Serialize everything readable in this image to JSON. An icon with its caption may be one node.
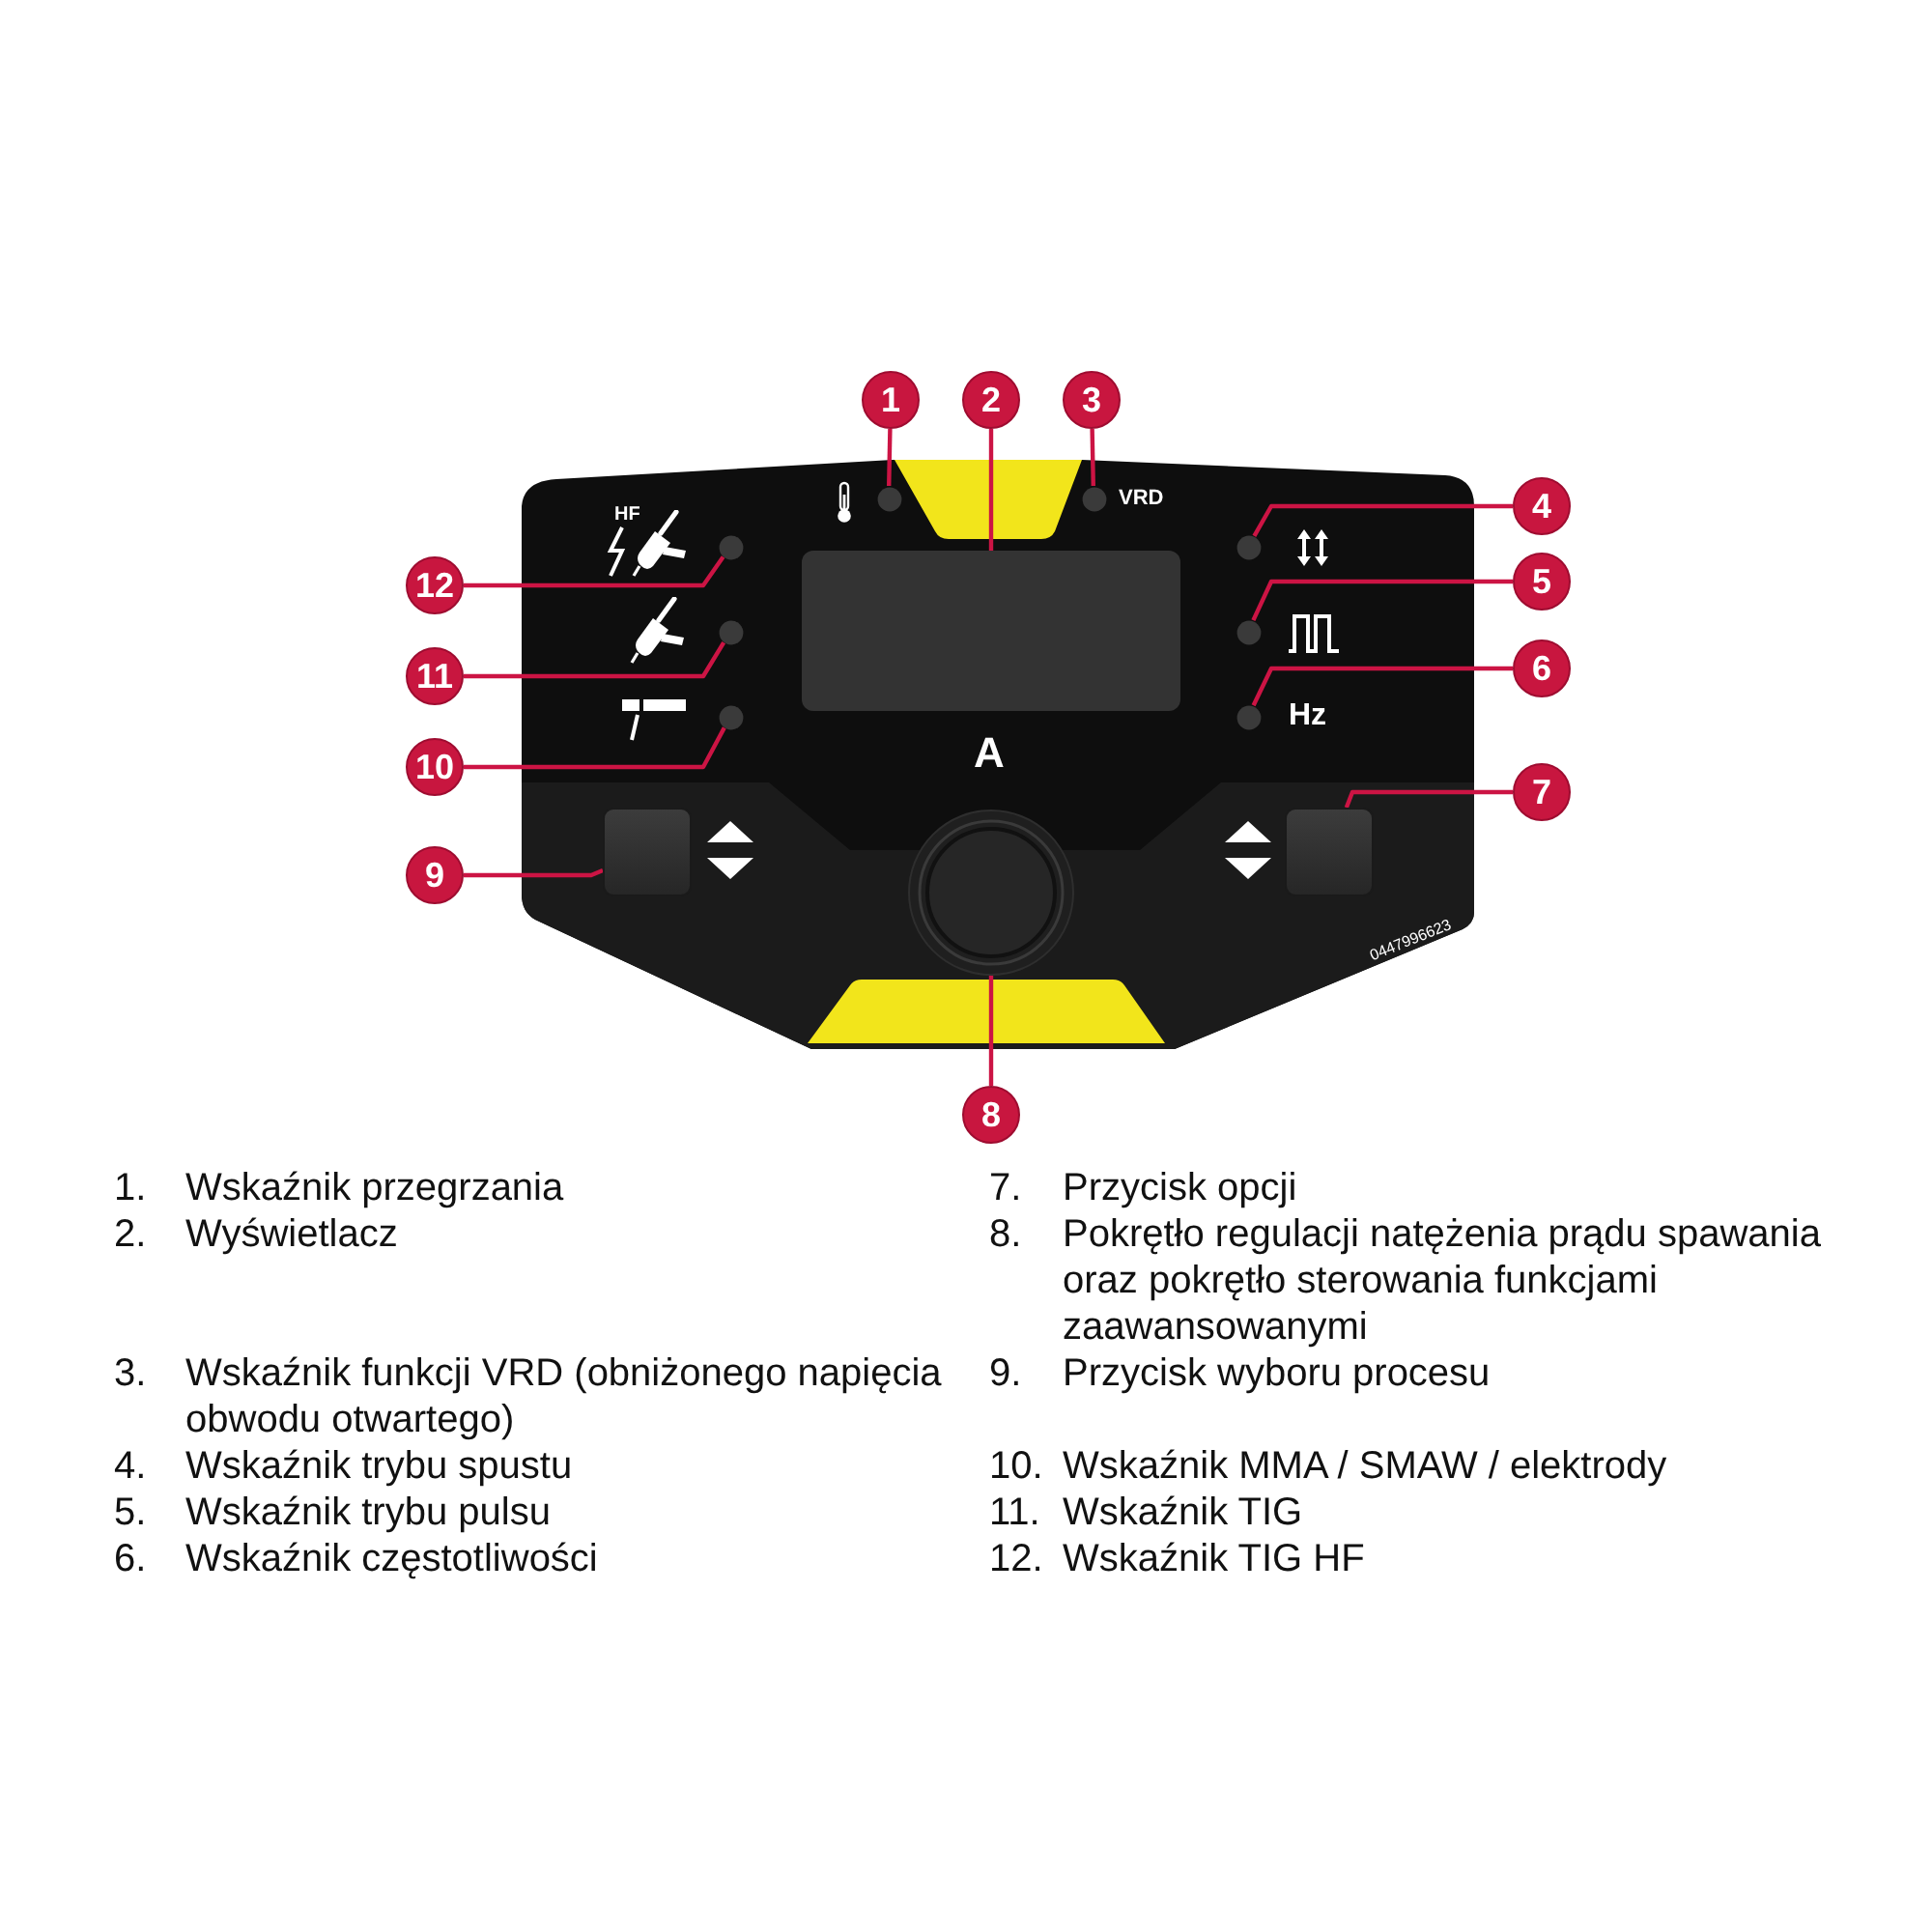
{
  "diagram": {
    "nodes": [
      {
        "text": [
          "1"
        ]
      },
      {
        "text": [
          "2"
        ]
      },
      {
        "text": [
          "3"
        ]
      },
      {
        "text": [
          "4"
        ]
      },
      {
        "text": [
          "5"
        ]
      },
      {
        "text": [
          "6"
        ]
      },
      {
        "text": [
          "7"
        ]
      },
      {
        "text": [
          "8"
        ]
      },
      {
        "text": [
          "9"
        ]
      },
      {
        "text": [
          "10"
        ]
      },
      {
        "text": [
          "11"
        ]
      },
      {
        "text": [
          "12"
        ]
      },
      {
        "text": [],
        "shape": "circle"
      },
      {
        "text": [],
        "shape": "box"
      },
      {
        "text": [],
        "shape": "circle"
      },
      {
        "text": [],
        "shape": "circle"
      },
      {
        "text": [],
        "shape": "circle"
      },
      {
        "text": [],
        "shape": "circle"
      },
      {
        "text": [],
        "shape": "box"
      },
      {
        "text": [],
        "shape": "circle"
      },
      {
        "text": [],
        "shape": "box"
      },
      {
        "text": [],
        "shape": "circle"
      },
      {
        "text": [],
        "shape": "circle"
      },
      {
        "text": [],
        "shape": "circle"
      }
    ],
    "edges": [
      {
        "from": 0,
        "to": 12,
        "arrow": "none"
      },
      {
        "from": 1,
        "to": 13,
        "arrow": "none"
      },
      {
        "from": 2,
        "to": 14,
        "arrow": "none"
      },
      {
        "from": 3,
        "to": 15,
        "arrow": "none"
      },
      {
        "from": 4,
        "to": 16,
        "arrow": "none"
      },
      {
        "from": 5,
        "to": 17,
        "arrow": "none"
      },
      {
        "from": 6,
        "to": 18,
        "arrow": "none"
      },
      {
        "from": 7,
        "to": 19,
        "arrow": "none"
      },
      {
        "from": 8,
        "to": 20,
        "arrow": "none"
      },
      {
        "from": 9,
        "to": 21,
        "arrow": "none"
      },
      {
        "from": 10,
        "to": 22,
        "arrow": "none"
      },
      {
        "from": 11,
        "to": 23,
        "arrow": "none"
      }
    ],
    "labels": [
      "VRD",
      "HF",
      "Hz",
      "A",
      "0447996623",
      "1.",
      "Wskaźnik przegrzania",
      "2.",
      "Wyświetlacz",
      "3.",
      "Wskaźnik funkcji VRD (obniżonego napięcia obwodu otwartego)",
      "4.",
      "Wskaźnik trybu spustu",
      "5.",
      "Wskaźnik trybu pulsu",
      "6.",
      "Wskaźnik częstotliwości",
      "7.",
      "Przycisk opcji",
      "8.",
      "Pokrętło regulacji natężenia prądu spawania oraz pokrętło sterowania funkcjami zaawansowanymi",
      "9.",
      "Przycisk wyboru procesu",
      "10.",
      "Wskaźnik MMA / SMAW / elektrody",
      "11.",
      "Wskaźnik TIG",
      "12.",
      "Wskaźnik TIG HF"
    ]
  }
}
